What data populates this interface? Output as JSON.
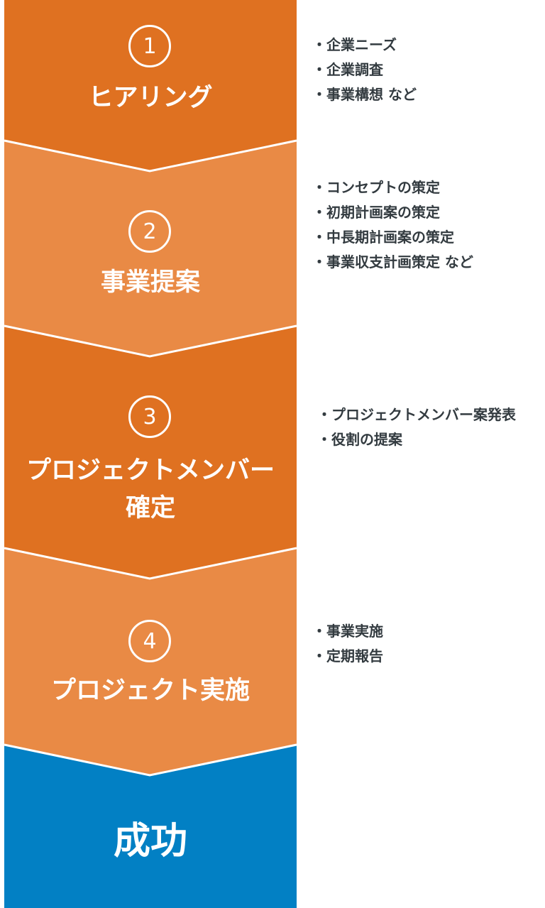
{
  "colors": {
    "dark_orange": "#DF7121",
    "light_orange": "#E98A45",
    "blue": "#0280C4"
  },
  "steps": [
    {
      "number": "1",
      "title": "ヒアリング",
      "items": [
        "企業ニーズ",
        "企業調査",
        "事業構想 など"
      ]
    },
    {
      "number": "2",
      "title": "事業提案",
      "items": [
        "コンセプトの策定",
        "初期計画案の策定",
        "中長期計画案の策定",
        "事業収支計画策定 など"
      ]
    },
    {
      "number": "3",
      "title_line1": "プロジェクトメンバー",
      "title_line2": "確定",
      "items": [
        "プロジェクトメンバー案発表",
        "役割の提案"
      ]
    },
    {
      "number": "4",
      "title": "プロジェクト実施",
      "items": [
        "事業実施",
        "定期報告"
      ]
    }
  ],
  "result": {
    "title": "成功"
  }
}
